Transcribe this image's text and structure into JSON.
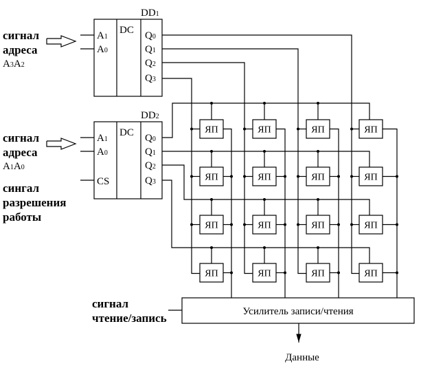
{
  "decoder1": {
    "name": "DD",
    "index": "1",
    "type": "DC",
    "inputs": [
      {
        "name": "A",
        "sub": "1"
      },
      {
        "name": "A",
        "sub": "0"
      }
    ],
    "outputs": [
      {
        "name": "Q",
        "sub": "0"
      },
      {
        "name": "Q",
        "sub": "1"
      },
      {
        "name": "Q",
        "sub": "2"
      },
      {
        "name": "Q",
        "sub": "3"
      }
    ],
    "signal_label": [
      "сигнал",
      "адреса"
    ],
    "signal_address": [
      {
        "name": "A",
        "sub": "3"
      },
      {
        "name": "A",
        "sub": "2"
      }
    ]
  },
  "decoder2": {
    "name": "DD",
    "index": "2",
    "type": "DC",
    "inputs": [
      {
        "name": "A",
        "sub": "1"
      },
      {
        "name": "A",
        "sub": "0"
      }
    ],
    "cs": "CS",
    "outputs": [
      {
        "name": "Q",
        "sub": "0"
      },
      {
        "name": "Q",
        "sub": "1"
      },
      {
        "name": "Q",
        "sub": "2"
      },
      {
        "name": "Q",
        "sub": "3"
      }
    ],
    "signal_label": [
      "сигнал",
      "адреса"
    ],
    "signal_address": [
      {
        "name": "A",
        "sub": "1"
      },
      {
        "name": "A",
        "sub": "0"
      }
    ],
    "enable_label": [
      "сингал",
      "разрешения",
      "работы"
    ]
  },
  "memory_cell_label": "ЯП",
  "grid": {
    "rows": 4,
    "cols": 4
  },
  "amplifier": {
    "label": "Усилитель записи/чтения"
  },
  "rw_signal": [
    "сигнал",
    "чтение/запись"
  ],
  "data_label": "Данные"
}
